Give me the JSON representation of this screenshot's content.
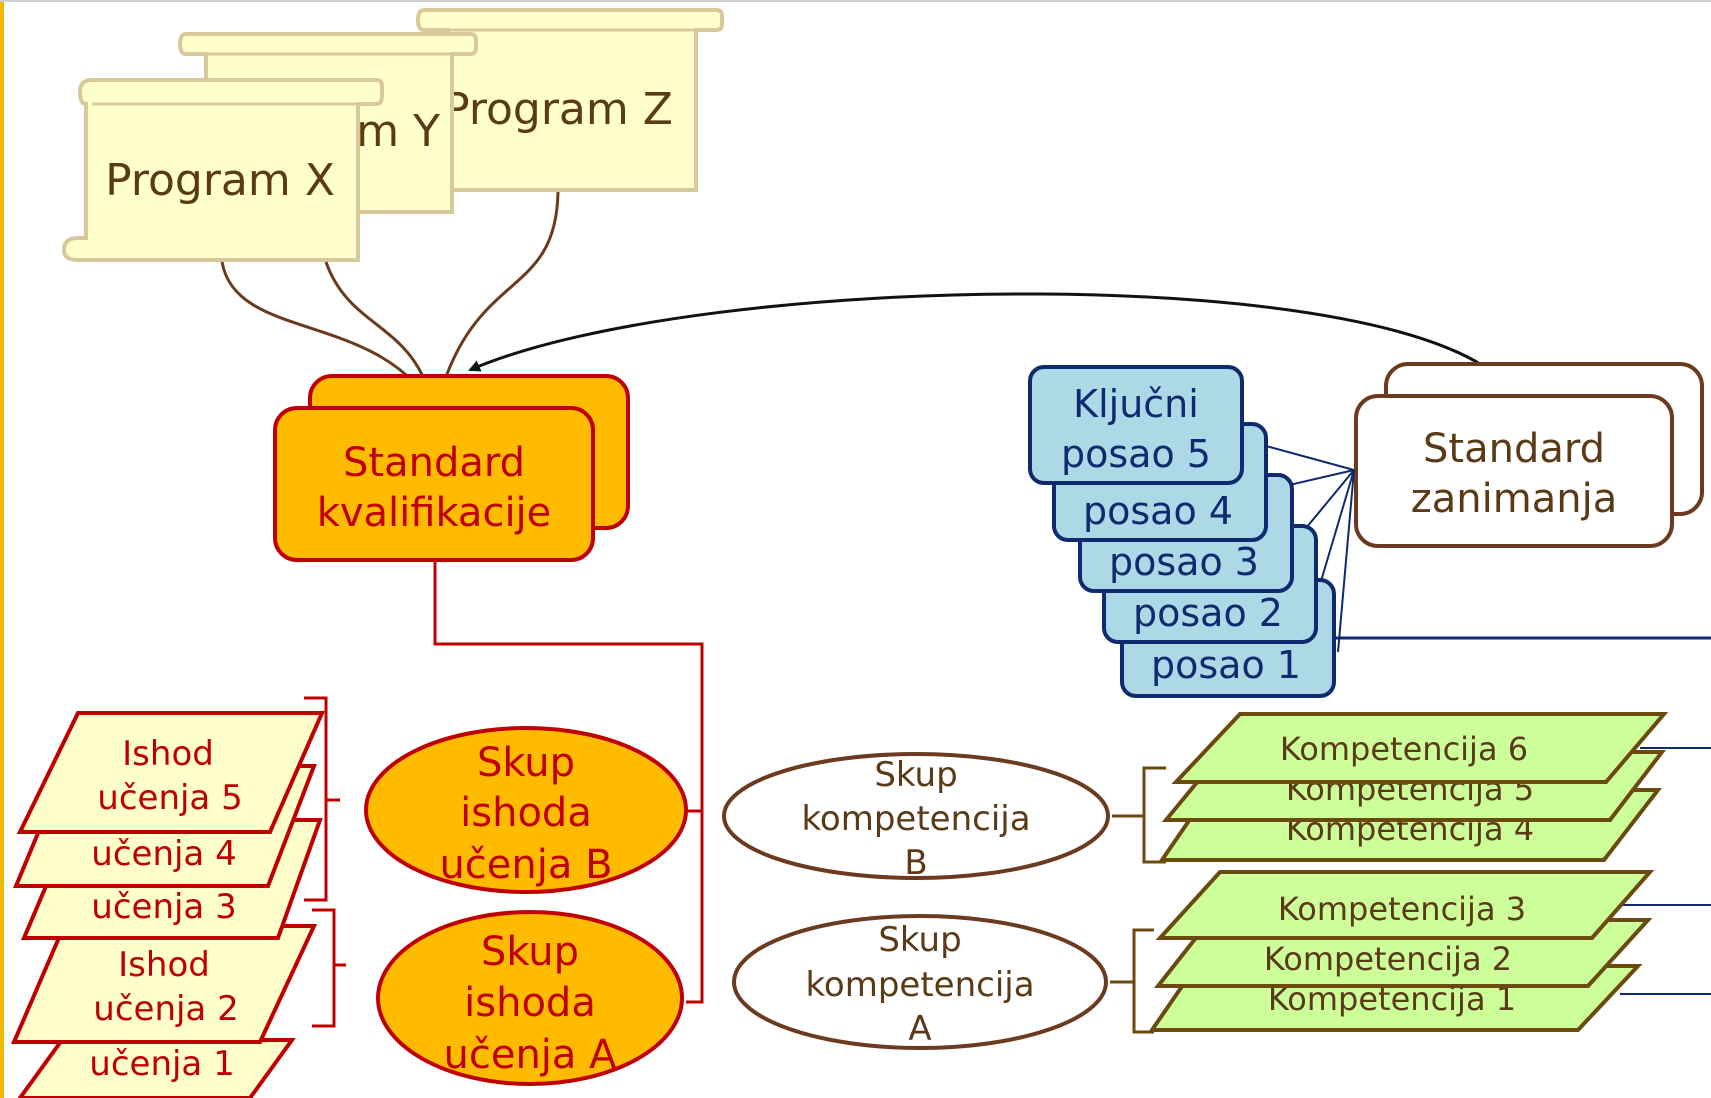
{
  "colors": {
    "scroll_fill": "#ffffcc",
    "scroll_stroke": "#d9c99a",
    "scroll_text": "#5b3a18",
    "qualification_fill": "#ffbb00",
    "qualification_stroke": "#c00000",
    "qualification_text": "#c00000",
    "occupation_stroke": "#6b3a1f",
    "occupation_text": "#5b3a18",
    "key_job_fill": "#add8e6",
    "key_job_stroke": "#0f2a6e",
    "key_job_text": "#0f2a6e",
    "outcome_stroke": "#c00000",
    "outcome_text": "#c00000",
    "competence_fill": "#ccff99",
    "competence_stroke": "#6b4a10",
    "competence_text": "#5b3a18",
    "arrow_brown": "#6b3a1f",
    "arrow_black": "#111111",
    "line_red": "#c00000",
    "line_navy": "#0f2a6e",
    "left_border": "#f2b800"
  },
  "programs": {
    "z": "Program Z",
    "y": "Program Y",
    "x": "Program X"
  },
  "qualification_standard": {
    "line1": "Standard",
    "line2": "kvalifikacije"
  },
  "occupation_standard": {
    "line1": "Standard",
    "line2": "zanimanja"
  },
  "key_jobs": {
    "top_line1": "Ključni",
    "top_line2": "posao 5",
    "job4": "posao 4",
    "job3": "posao 3",
    "job2": "posao 2",
    "job1": "posao 1"
  },
  "learning_outcomes": {
    "o5_line1": "Ishod",
    "o5_line2": "učenja 5",
    "o4": "učenja 4",
    "o3": "učenja 3",
    "o2_line1": "Ishod",
    "o2_line2": "učenja 2",
    "o1": "učenja 1"
  },
  "outcome_sets": {
    "b_line1": "Skup",
    "b_line2": "ishoda",
    "b_line3": "učenja B",
    "a_line1": "Skup",
    "a_line2": "ishoda",
    "a_line3": "učenja A"
  },
  "competence_sets": {
    "b_line1": "Skup",
    "b_line2": "kompetencija",
    "b_line3": "B",
    "a_line1": "Skup",
    "a_line2": "kompetencija",
    "a_line3": "A"
  },
  "competences": {
    "c6": "Kompetencija 6",
    "c5": "Kompetencija 5",
    "c4": "Kompetencija 4",
    "c3": "Kompetencija 3",
    "c2": "Kompetencija 2",
    "c1": "Kompetencija 1"
  }
}
